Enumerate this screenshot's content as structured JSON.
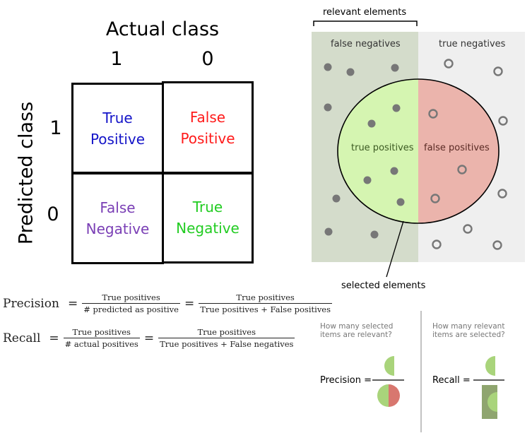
{
  "confusion_matrix": {
    "title": "Actual class",
    "y_label": "Predicted class",
    "col_labels": [
      "1",
      "0"
    ],
    "row_labels": [
      "1",
      "0"
    ],
    "cells": [
      {
        "text": "True\nPositive",
        "color": "#1414c8"
      },
      {
        "text": "False\nPositive",
        "color": "#ff1a1a"
      },
      {
        "text": "False\nNegative",
        "color": "#7a3fb5"
      },
      {
        "text": "True\nNegative",
        "color": "#22cc22"
      }
    ]
  },
  "formulas": {
    "precision": {
      "lhs": "Precision",
      "eq": "=",
      "frac1": {
        "num": "True positives",
        "den": "# predicted as positive"
      },
      "frac2": {
        "num": "True positives",
        "den": "True positives + False positives"
      }
    },
    "recall": {
      "lhs": "Recall",
      "eq": "=",
      "frac1": {
        "num": "True positives",
        "den": "# actual positives"
      },
      "frac2": {
        "num": "True positives",
        "den": "True positives + False negatives"
      }
    }
  },
  "diagram": {
    "relevant_label": "relevant elements",
    "false_negatives_label": "false negatives",
    "true_negatives_label": "true negatives",
    "true_positives_label": "true positives",
    "false_positives_label": "false positives",
    "selected_label": "selected elements",
    "colors": {
      "relevant_bg": "#d4dccb",
      "irrelevant_bg": "#efefef",
      "tp_fill": "#d5f5b1",
      "fp_fill": "#ebb4ac",
      "dot": "#777777"
    }
  },
  "bottom": {
    "precision_question": "How many selected\nitems are relevant?",
    "recall_question": "How many relevant\nitems are selected?",
    "precision_label": "Precision =",
    "recall_label": "Recall =",
    "colors": {
      "green": "#a9d47b",
      "red": "#d8776f",
      "dark_green": "#8fa56f"
    }
  }
}
